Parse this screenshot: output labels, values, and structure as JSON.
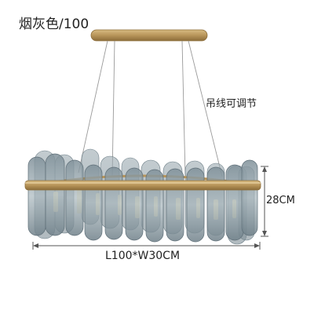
{
  "product": {
    "variant_label": "烟灰色/100",
    "cable_note": "吊线可调节",
    "height_label": "28CM",
    "size_label": "L100*W30CM"
  },
  "colors": {
    "brass": "#b8955a",
    "brass_dark": "#8c6d3a",
    "smoke_glass": "#8e9ea6",
    "smoke_glass_dark": "#6f8089",
    "glow": "#fff3c9"
  },
  "icons": [
    "chandelier-image",
    "dimension-arrow"
  ]
}
